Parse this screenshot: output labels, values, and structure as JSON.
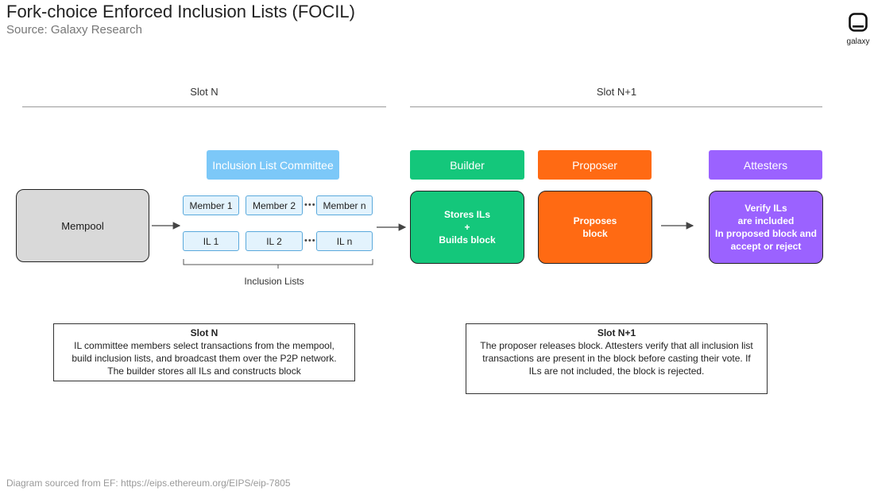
{
  "header": {
    "title": "Fork-choice Enforced Inclusion Lists (FOCIL)",
    "subtitle": "Source: Galaxy Research",
    "logo_text": "galaxy"
  },
  "slots": {
    "slot_n": "Slot N",
    "slot_n1": "Slot N+1"
  },
  "mempool": {
    "label": "Mempool"
  },
  "committee": {
    "header": "Inclusion List Committee",
    "members": [
      "Member 1",
      "Member 2",
      "Member n"
    ],
    "lists": [
      "IL 1",
      "IL 2",
      "IL n"
    ],
    "dots": "•••",
    "bracket_label": "Inclusion Lists"
  },
  "builder": {
    "header": "Builder",
    "body": [
      "Stores ILs",
      "+",
      "Builds block"
    ]
  },
  "proposer": {
    "header": "Proposer",
    "body": [
      "Proposes",
      "block"
    ]
  },
  "attesters": {
    "header": "Attesters",
    "body": [
      "Verify ILs",
      "are included",
      "In proposed block and",
      "accept or reject"
    ]
  },
  "notes": {
    "slot_n": {
      "heading": "Slot N",
      "lines": [
        "IL committee members select transactions from the mempool,",
        "build inclusion lists, and broadcast them over the P2P network.",
        "The builder stores all ILs and constructs block"
      ]
    },
    "slot_n1": {
      "heading": "Slot N+1",
      "lines": [
        "The proposer releases block. Attesters verify that all inclusion list",
        "transactions are present in the block before casting their vote. If",
        "ILs are not included, the block is rejected."
      ]
    }
  },
  "footer": "Diagram sourced from EF: https://eips.ethereum.org/EIPS/eip-7805",
  "colors": {
    "committee": "#7cc8f8",
    "builder": "#14c77b",
    "proposer": "#ff6a13",
    "attesters": "#9b62ff",
    "mempool": "#d9d9d9",
    "pill_fill": "#e3f3fd",
    "pill_border": "#5aa9dc"
  }
}
